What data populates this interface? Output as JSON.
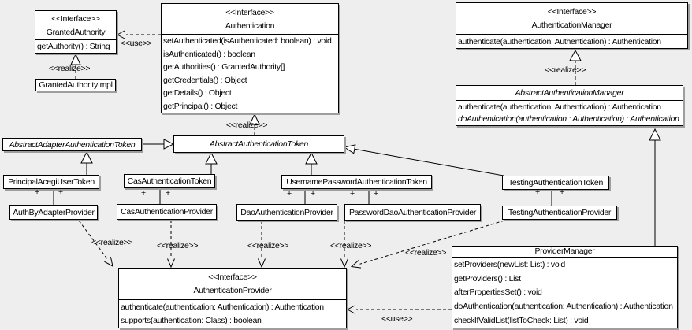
{
  "diagram": {
    "type": "uml-class-diagram",
    "labels": {
      "use": "<<use>>",
      "realize": "<<realize>>",
      "plus": "+"
    },
    "classes": {
      "granted_authority": {
        "stereotype": "<<Interface>>",
        "name": "GrantedAuthority",
        "methods": [
          "getAuthority() : String"
        ]
      },
      "granted_authority_impl": {
        "name": "GrantedAuthorityImpl"
      },
      "authentication": {
        "stereotype": "<<Interface>>",
        "name": "Authentication",
        "methods": [
          "setAuthenticated(isAuthenticated: boolean) : void",
          "isAuthenticated() : boolean",
          "getAuthorities() : GrantedAuthority[]",
          "getCredentials() : Object",
          "getDetails() : Object",
          "getPrincipal() : Object"
        ]
      },
      "authentication_manager": {
        "stereotype": "<<Interface>>",
        "name": "AuthenticationManager",
        "methods": [
          "authenticate(authentication: Authentication) : Authentication"
        ]
      },
      "abstract_authentication_manager": {
        "name": "AbstractAuthenticationManager",
        "methods": [
          "authenticate(authentication: Authentication) : Authentication",
          "doAuthentication(authentication : Authentication) : Authentication"
        ]
      },
      "abstract_adapter_authentication_token": {
        "name": "AbstractAdapterAuthenticationToken"
      },
      "abstract_authentication_token": {
        "name": "AbstractAuthenticationToken"
      },
      "principal_acegi_user_token": {
        "name": "PrincipalAcegiUserToken"
      },
      "auth_by_adapter_provider": {
        "name": "AuthByAdapterProvider"
      },
      "cas_authentication_token": {
        "name": "CasAuthenticationToken"
      },
      "cas_authentication_provider": {
        "name": "CasAuthenticationProvider"
      },
      "username_password_authentication_token": {
        "name": "UsernamePasswordAuthenticationToken"
      },
      "dao_authentication_provider": {
        "name": "DaoAuthenticationProvider"
      },
      "password_dao_authentication_provider": {
        "name": "PasswordDaoAuthenticationProvider"
      },
      "testing_authentication_token": {
        "name": "TestingAuthenticationToken"
      },
      "testing_authentication_provider": {
        "name": "TestingAuthenticationProvider"
      },
      "authentication_provider": {
        "stereotype": "<<Interface>>",
        "name": "AuthenticationProvider",
        "methods": [
          "authenticate(authentication: Authentication) : Authentication",
          "supports(authentication: Class) : boolean"
        ]
      },
      "provider_manager": {
        "name": "ProviderManager",
        "methods": [
          "setProviders(newList: List) : void",
          "getProviders() : List",
          "afterPropertiesSet() : void",
          "doAuthentication(authentication: Authentication) : Authentication",
          "checkIfValidList(listToCheck: List) : void"
        ]
      }
    },
    "relationships": [
      {
        "type": "use",
        "from": "Authentication",
        "to": "GrantedAuthority"
      },
      {
        "type": "realize",
        "from": "GrantedAuthorityImpl",
        "to": "GrantedAuthority"
      },
      {
        "type": "realize",
        "from": "AbstractAuthenticationToken",
        "to": "Authentication"
      },
      {
        "type": "realize",
        "from": "AbstractAuthenticationManager",
        "to": "AuthenticationManager"
      },
      {
        "type": "generalization",
        "from": "AbstractAdapterAuthenticationToken",
        "to": "AbstractAuthenticationToken"
      },
      {
        "type": "generalization",
        "from": "PrincipalAcegiUserToken",
        "to": "AbstractAdapterAuthenticationToken"
      },
      {
        "type": "generalization",
        "from": "CasAuthenticationToken",
        "to": "AbstractAuthenticationToken"
      },
      {
        "type": "generalization",
        "from": "UsernamePasswordAuthenticationToken",
        "to": "AbstractAuthenticationToken"
      },
      {
        "type": "generalization",
        "from": "TestingAuthenticationToken",
        "to": "AbstractAuthenticationToken"
      },
      {
        "type": "generalization",
        "from": "ProviderManager",
        "to": "AbstractAuthenticationManager"
      },
      {
        "type": "association",
        "from": "PrincipalAcegiUserToken",
        "to": "AuthByAdapterProvider"
      },
      {
        "type": "association",
        "from": "CasAuthenticationToken",
        "to": "CasAuthenticationProvider"
      },
      {
        "type": "association",
        "from": "UsernamePasswordAuthenticationToken",
        "to": "DaoAuthenticationProvider"
      },
      {
        "type": "association",
        "from": "UsernamePasswordAuthenticationToken",
        "to": "PasswordDaoAuthenticationProvider"
      },
      {
        "type": "association",
        "from": "TestingAuthenticationToken",
        "to": "TestingAuthenticationProvider"
      },
      {
        "type": "realize",
        "from": "AuthByAdapterProvider",
        "to": "AuthenticationProvider"
      },
      {
        "type": "realize",
        "from": "CasAuthenticationProvider",
        "to": "AuthenticationProvider"
      },
      {
        "type": "realize",
        "from": "DaoAuthenticationProvider",
        "to": "AuthenticationProvider"
      },
      {
        "type": "realize",
        "from": "PasswordDaoAuthenticationProvider",
        "to": "AuthenticationProvider"
      },
      {
        "type": "realize",
        "from": "TestingAuthenticationProvider",
        "to": "AuthenticationProvider"
      },
      {
        "type": "use",
        "from": "ProviderManager",
        "to": "AuthenticationProvider"
      }
    ]
  }
}
